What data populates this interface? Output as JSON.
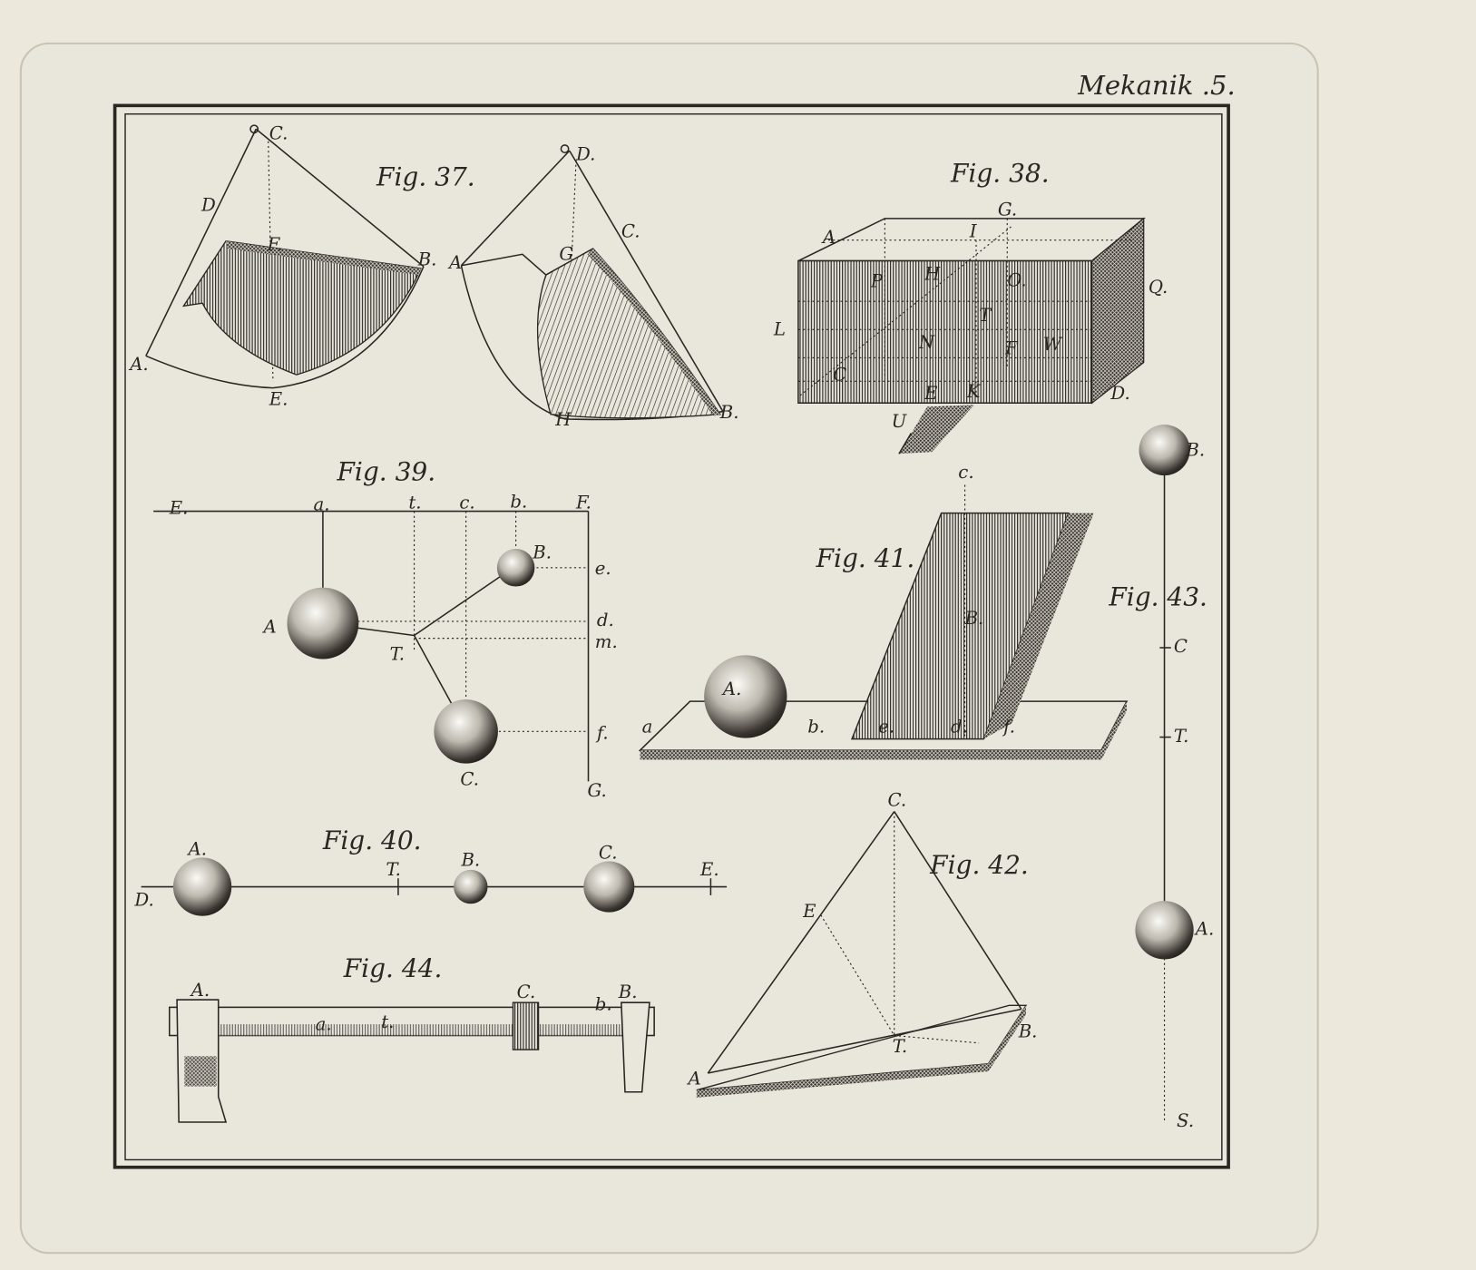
{
  "header": {
    "title": "Mekanik .5."
  },
  "colors": {
    "paper": "#ece8dc",
    "plate": "#e9e6dc",
    "ink": "#2a2622"
  },
  "figures": {
    "fig37": {
      "caption": "Fig. 37.",
      "labels": [
        "C.",
        "D",
        "F.",
        "B.",
        "A.",
        "E.",
        "D.",
        "C.",
        "A",
        "G",
        "H",
        "B."
      ]
    },
    "fig38": {
      "caption": "Fig. 38.",
      "labels": [
        "G.",
        "A",
        "I",
        "P",
        "H",
        "O.",
        "Q.",
        "L",
        "T",
        "N",
        "F",
        "W",
        "C",
        "E",
        "K",
        "D.",
        "U"
      ]
    },
    "fig39": {
      "caption": "Fig. 39.",
      "labels": [
        "E.",
        "a.",
        "t.",
        "c.",
        "b.",
        "F.",
        "B.",
        "e.",
        "A",
        "d.",
        "m.",
        "T.",
        "f.",
        "C.",
        "G."
      ]
    },
    "fig40": {
      "caption": "Fig. 40.",
      "labels": [
        "A.",
        "T.",
        "B.",
        "C.",
        "E.",
        "D."
      ]
    },
    "fig41": {
      "caption": "Fig. 41.",
      "labels": [
        "c.",
        "B.",
        "A.",
        "a",
        "b.",
        "e.",
        "d.",
        "f."
      ]
    },
    "fig42": {
      "caption": "Fig. 42.",
      "labels": [
        "C.",
        "E",
        "T.",
        "B.",
        "A"
      ]
    },
    "fig43": {
      "caption": "Fig. 43.",
      "labels": [
        "B.",
        "C",
        "T.",
        "A.",
        "S."
      ]
    },
    "fig44": {
      "caption": "Fig. 44.",
      "labels": [
        "A.",
        "C.",
        "B.",
        "b.",
        "a.",
        "t."
      ]
    }
  }
}
